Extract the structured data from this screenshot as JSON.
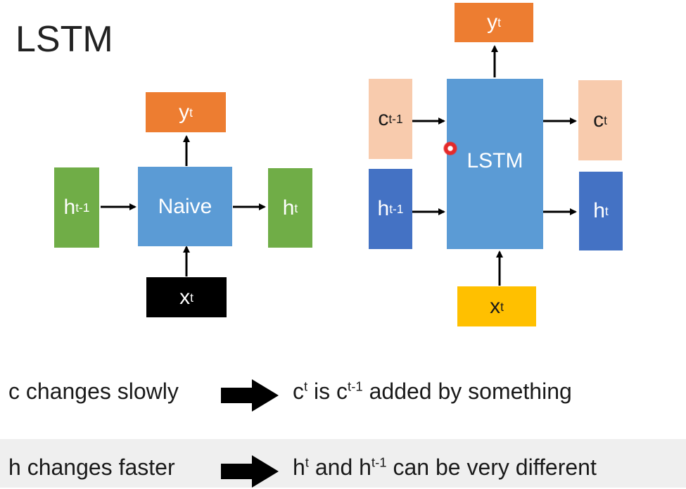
{
  "title": "LSTM",
  "naive": {
    "output": {
      "base": "y",
      "sup": "t"
    },
    "hidden_in": {
      "base": "h",
      "sup": "t-1"
    },
    "cell": "Naive",
    "hidden_out": {
      "base": "h",
      "sup": "t"
    },
    "input": {
      "base": "x",
      "sup": "t"
    }
  },
  "lstm": {
    "output": {
      "base": "y",
      "sup": "t"
    },
    "cell_in": {
      "base": "c",
      "sup": "t-1"
    },
    "hidden_in": {
      "base": "h",
      "sup": "t-1"
    },
    "cell": "LSTM",
    "cell_out": {
      "base": "c",
      "sup": "t"
    },
    "hidden_out": {
      "base": "h",
      "sup": "t"
    },
    "input": {
      "base": "x",
      "sup": "t"
    }
  },
  "statements": [
    {
      "left": "c changes slowly",
      "right": [
        {
          "base": "c",
          "sup": "t"
        },
        {
          "text": " is "
        },
        {
          "base": "c",
          "sup": "t-1"
        },
        {
          "text": " added by something"
        }
      ]
    },
    {
      "left": "h changes faster",
      "right": [
        {
          "base": "h",
          "sup": "t"
        },
        {
          "text": " and "
        },
        {
          "base": "h",
          "sup": "t-1"
        },
        {
          "text": " can be very different"
        }
      ]
    }
  ],
  "colors": {
    "orange": "#ed7d31",
    "green": "#70ad47",
    "blue": "#5b9bd5",
    "dark_blue": "#4472c4",
    "salmon": "#f8cbad",
    "gold": "#ffc000",
    "black": "#000000"
  }
}
